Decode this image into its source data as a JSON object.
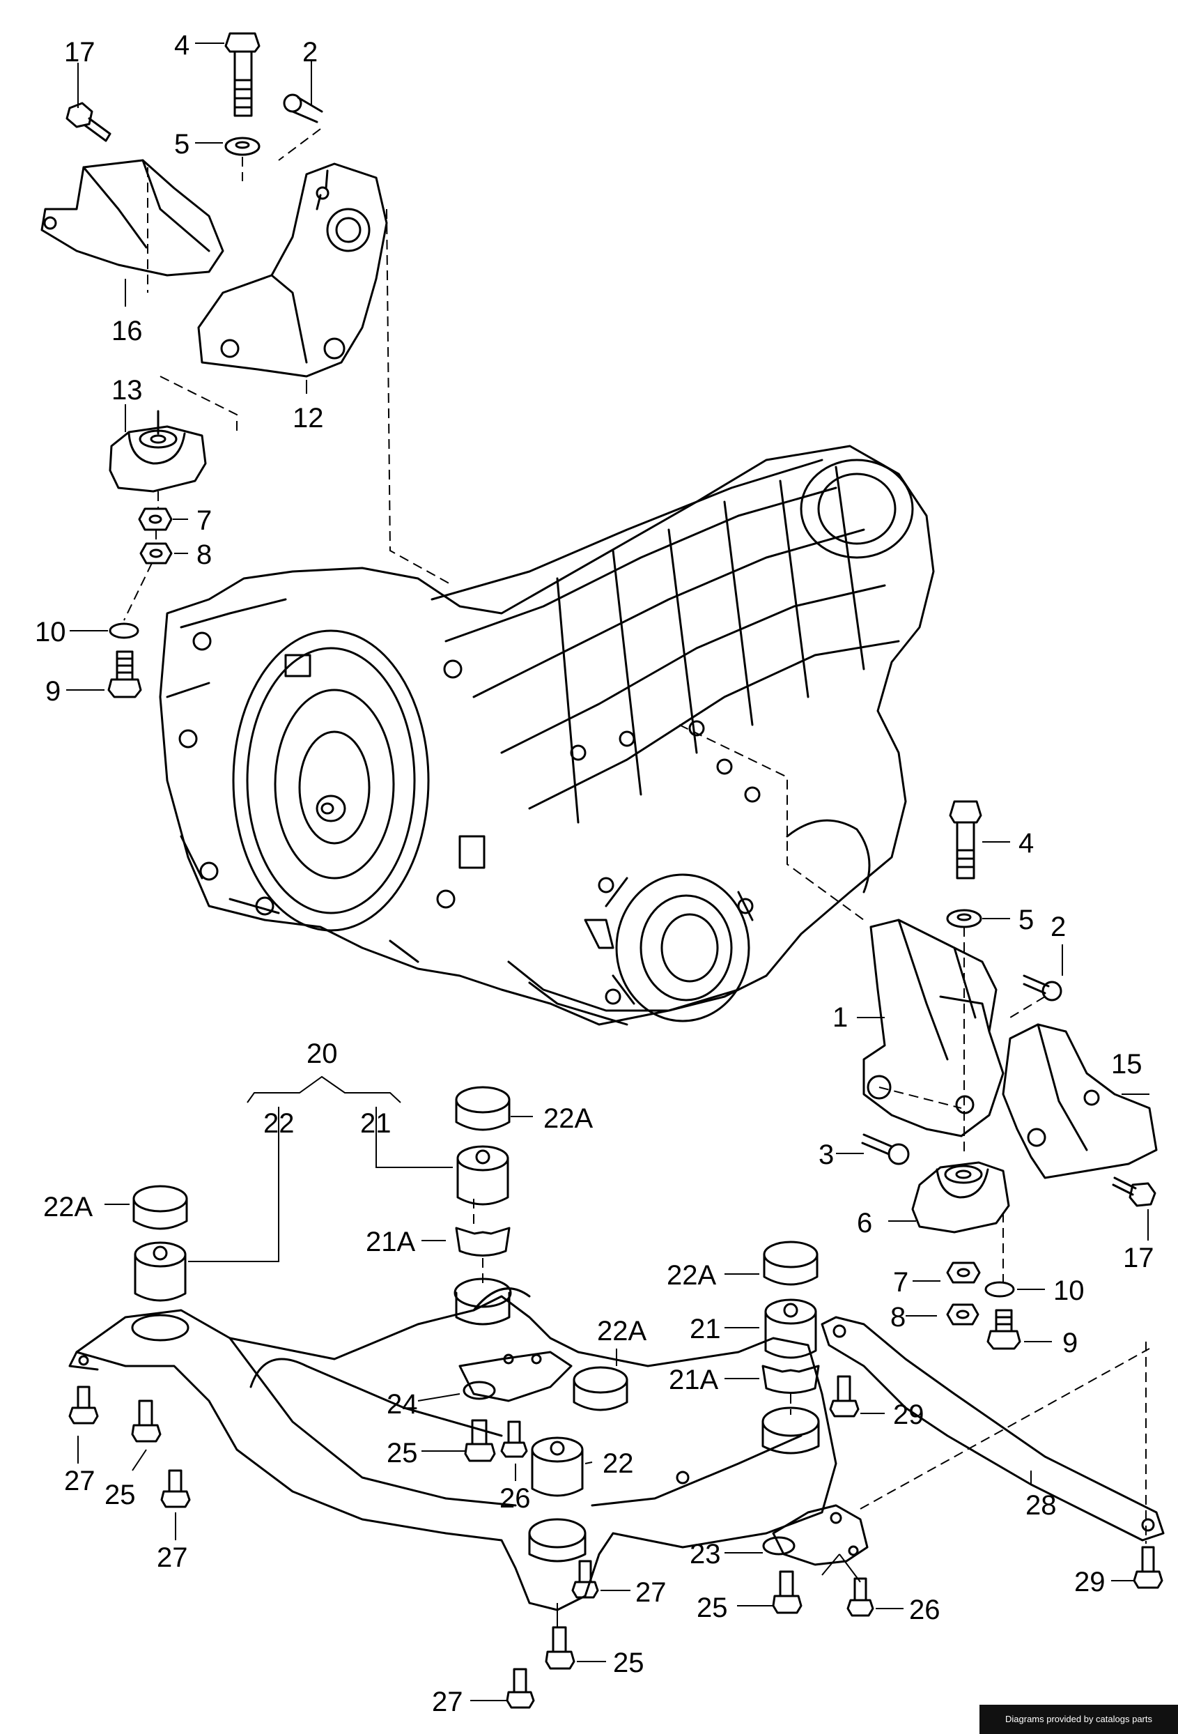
{
  "labels": {
    "l_17a": "17",
    "l_4a": "4",
    "l_2a": "2",
    "l_5a": "5",
    "l_16": "16",
    "l_12": "12",
    "l_13": "13",
    "l_7a": "7",
    "l_8a": "8",
    "l_10a": "10",
    "l_9a": "9",
    "l_4b": "4",
    "l_5b": "5",
    "l_2b": "2",
    "l_1": "1",
    "l_15": "15",
    "l_3": "3",
    "l_6": "6",
    "l_17b": "17",
    "l_7b": "7",
    "l_10b": "10",
    "l_8b": "8",
    "l_9b": "9",
    "l_20": "20",
    "l_22a": "22",
    "l_21a": "21",
    "l_22A_a": "22A",
    "l_22A_b": "22A",
    "l_21A_a": "21A",
    "l_22A_c": "22A",
    "l_21b": "21",
    "l_21A_b": "21A",
    "l_22A_d": "22A",
    "l_22b": "22",
    "l_24": "24",
    "l_25a": "25",
    "l_26a": "26",
    "l_27a": "27",
    "l_25b": "25",
    "l_27b": "27",
    "l_29a": "29",
    "l_28": "28",
    "l_29b": "29",
    "l_23": "23",
    "l_27c": "27",
    "l_25c": "25",
    "l_26b": "26",
    "l_25d": "25",
    "l_27d": "27"
  },
  "footer": {
    "credit": "Diagrams provided by catalogs parts"
  }
}
